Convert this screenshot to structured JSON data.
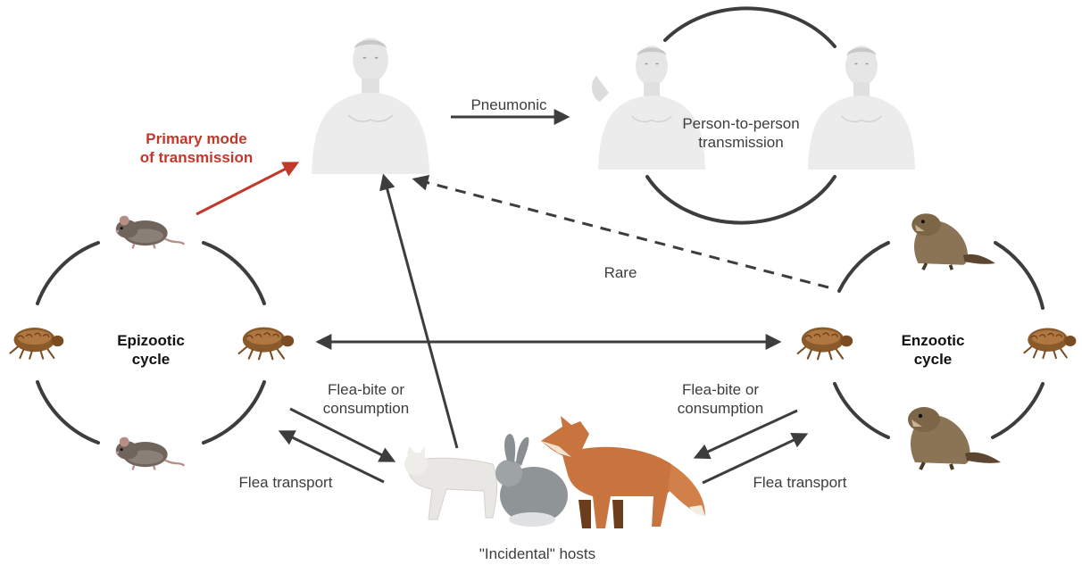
{
  "labels": {
    "pneumonic": "Pneumonic",
    "person_to_person_1": "Person-to-person",
    "person_to_person_2": "transmission",
    "primary_mode_1": "Primary mode",
    "primary_mode_2": "of transmission",
    "rare": "Rare",
    "epizootic_1": "Epizootic",
    "epizootic_2": "cycle",
    "enzootic_1": "Enzootic",
    "enzootic_2": "cycle",
    "flea_bite_left_1": "Flea-bite or",
    "flea_bite_left_2": "consumption",
    "flea_bite_right_1": "Flea-bite or",
    "flea_bite_right_2": "consumption",
    "flea_transport_left": "Flea transport",
    "flea_transport_right": "Flea transport",
    "incidental_hosts": "\"Incidental\" hosts"
  },
  "colors": {
    "arrow": "#3d3d3d",
    "primary": "#c0392b",
    "human": "#e6e6e6",
    "rat": "#6f655d",
    "flea": "#8a5a2b",
    "marmot": "#8b7355",
    "fox": "#c8743e",
    "cat": "#e9e7e3",
    "rabbit": "#8f9496"
  }
}
